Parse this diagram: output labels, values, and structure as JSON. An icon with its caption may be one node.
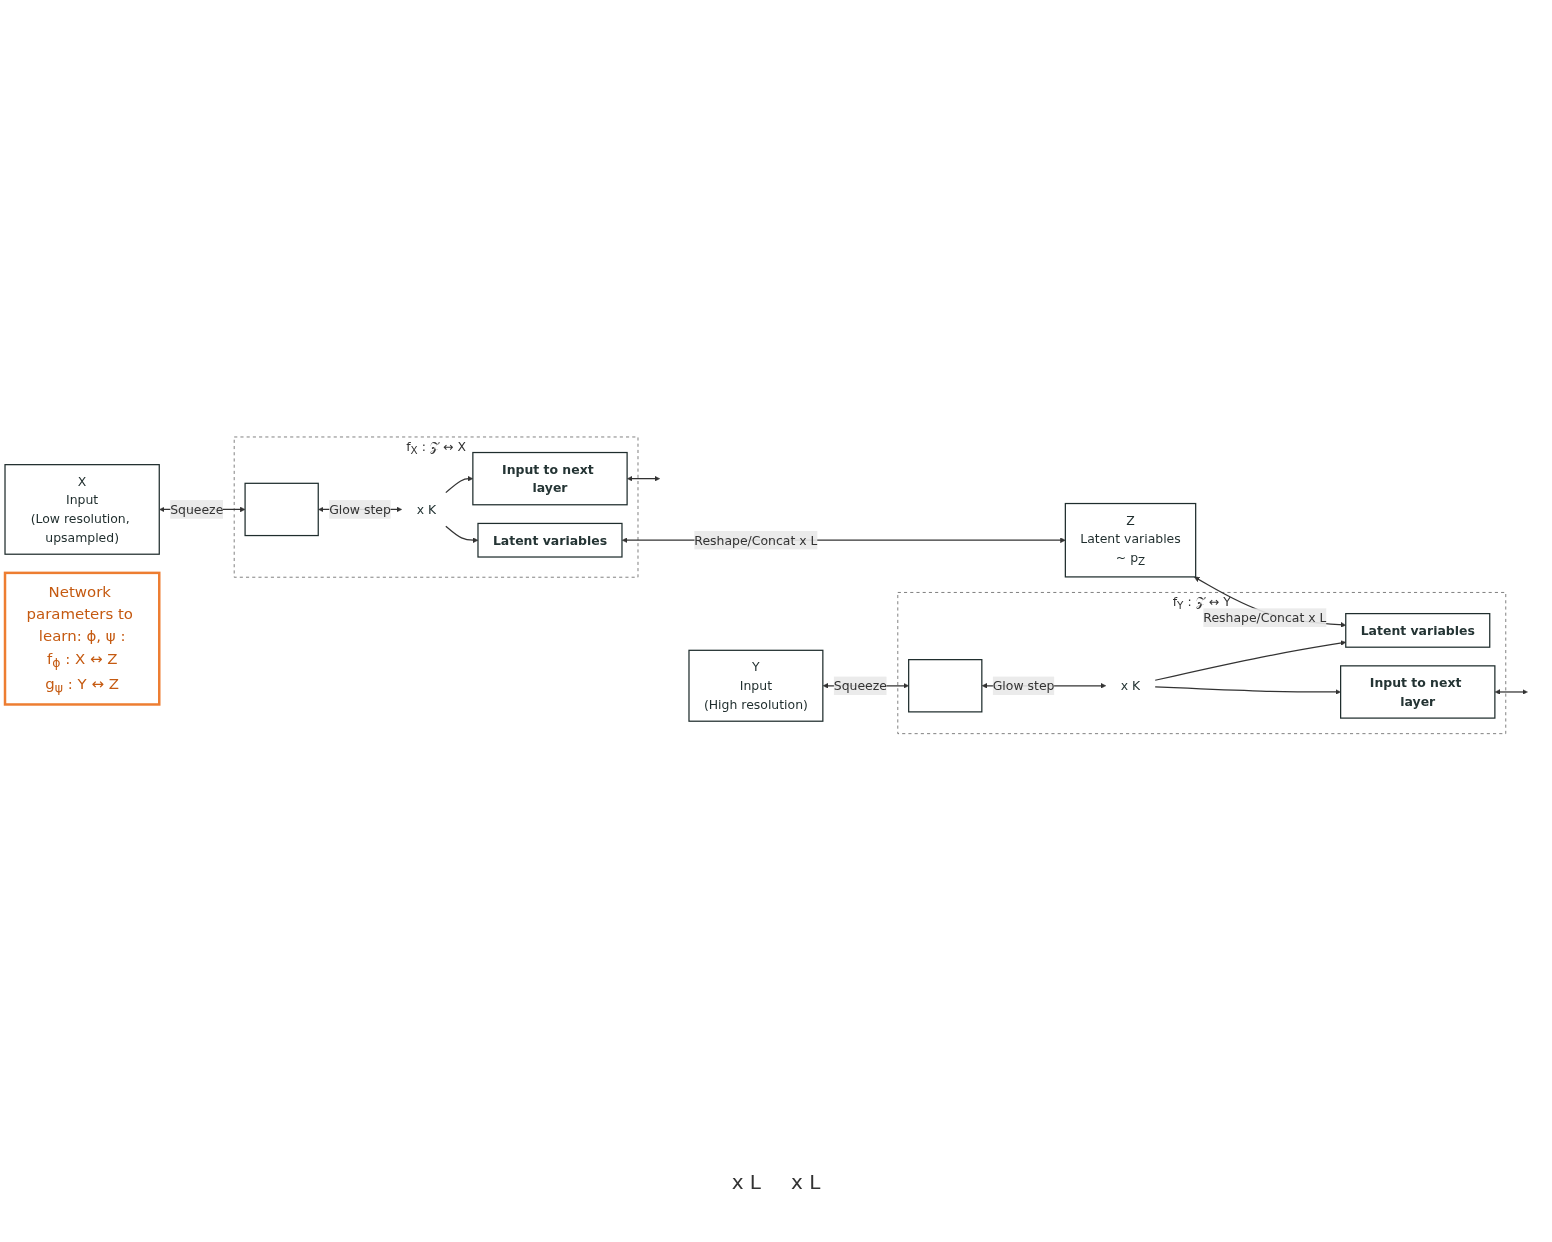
{
  "diagram": {
    "nodes": [
      {
        "text": [
          "f$_{X}$ : 𝒵 ↔ X"
        ]
      },
      {
        "text": [
          "X",
          "Input",
          "(Low resolution, upsampled)"
        ]
      },
      {
        "text": [],
        "shape": "box",
        "in": 0
      },
      {
        "text": [
          "x K"
        ],
        "in": 0
      },
      {
        "text": [
          "Input to next layer"
        ],
        "in": 0
      },
      {
        "text": [
          "Latent variables"
        ],
        "in": 0
      },
      {
        "text": [
          "Network parameters to learn: ϕ, ψ :",
          "f$_{ϕ}$ : X ↔ Z",
          "g$_{ψ}$ : Y ↔ Z"
        ]
      },
      {
        "text": [
          "Z",
          "Latent variables",
          "~ p$_{Z}$"
        ]
      },
      {
        "text": [
          "f$_{Y}$ : 𝒵 ↔ Y"
        ]
      },
      {
        "text": [
          "Y",
          "Input",
          "(High resolution)"
        ]
      },
      {
        "text": [],
        "shape": "box",
        "in": 8
      },
      {
        "text": [
          "x K"
        ],
        "in": 8
      },
      {
        "text": [
          "Latent variables"
        ],
        "in": 8
      },
      {
        "text": [
          "Input to next layer"
        ],
        "in": 8
      }
    ],
    "edges": [
      {
        "from": 1,
        "to": 2,
        "arrow": "both",
        "label": "Squeeze"
      },
      {
        "from": 2,
        "to": 3,
        "arrow": "both",
        "label": "Glow step"
      },
      {
        "from": 3,
        "to": 4,
        "arrow": "to"
      },
      {
        "from": 3,
        "to": 5,
        "arrow": "to"
      },
      {
        "from": 4,
        "to": 0,
        "arrow": "both"
      },
      {
        "from": 5,
        "to": 7,
        "arrow": "both",
        "label": "Reshape/Concat x L"
      },
      {
        "from": 7,
        "to": 12,
        "arrow": "both",
        "label": "Reshape/Concat x L"
      },
      {
        "from": 9,
        "to": 10,
        "arrow": "both",
        "label": "Squeeze"
      },
      {
        "from": 10,
        "to": 11,
        "arrow": "both",
        "label": "Glow step"
      },
      {
        "from": 11,
        "to": 12,
        "arrow": "to"
      },
      {
        "from": 11,
        "to": 13,
        "arrow": "to"
      },
      {
        "from": 13,
        "to": 8,
        "arrow": "both"
      }
    ],
    "labels": [
      "x L",
      "x L"
    ]
  }
}
